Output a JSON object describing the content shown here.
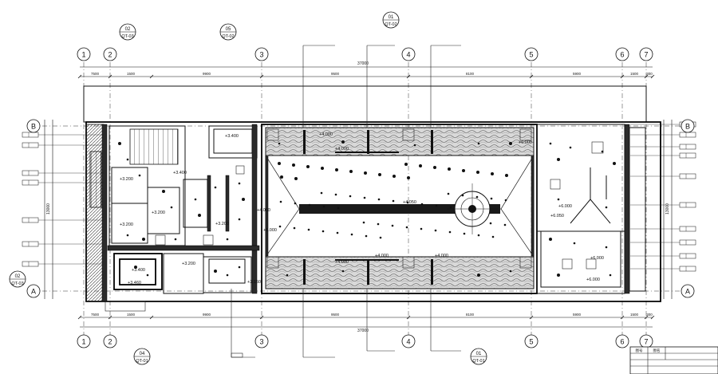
{
  "grid_axes": [
    "1",
    "2",
    "3",
    "4",
    "5",
    "6",
    "7"
  ],
  "row_axes": [
    "B",
    "A"
  ],
  "dimensions_top": [
    "7500",
    "1500",
    "9900",
    "9500",
    "8100",
    "5900",
    "1500",
    "300"
  ],
  "dimensions_bottom": [
    "7500",
    "1500",
    "9900",
    "9500",
    "8100",
    "5900",
    "1500",
    "300"
  ],
  "overall_dimension": "37000",
  "side_dimension": "13000",
  "section_markers": [
    {
      "num": "02",
      "sheet": "QT-03"
    },
    {
      "num": "05",
      "sheet": "QT-02"
    },
    {
      "num": "01",
      "sheet": "QT-02"
    },
    {
      "num": "02",
      "sheet": "QT-03"
    },
    {
      "num": "04",
      "sheet": "QT-01"
    },
    {
      "num": "01",
      "sheet": "QT-01"
    }
  ],
  "elevations": [
    "+3.400",
    "+3.400",
    "+3.200",
    "+3.200",
    "+3.200",
    "+3.200",
    "+3.400",
    "+3.460",
    "+3.200",
    "+3.150",
    "+4.000",
    "+4.000",
    "+4.000",
    "+4.000",
    "+4.000",
    "+6.000",
    "+6.050",
    "+6.000",
    "+6.000",
    "+6.000",
    "+4.050",
    "+4.050",
    "+6.000"
  ],
  "title_block": {
    "col1": "图号",
    "col2": "图名"
  }
}
